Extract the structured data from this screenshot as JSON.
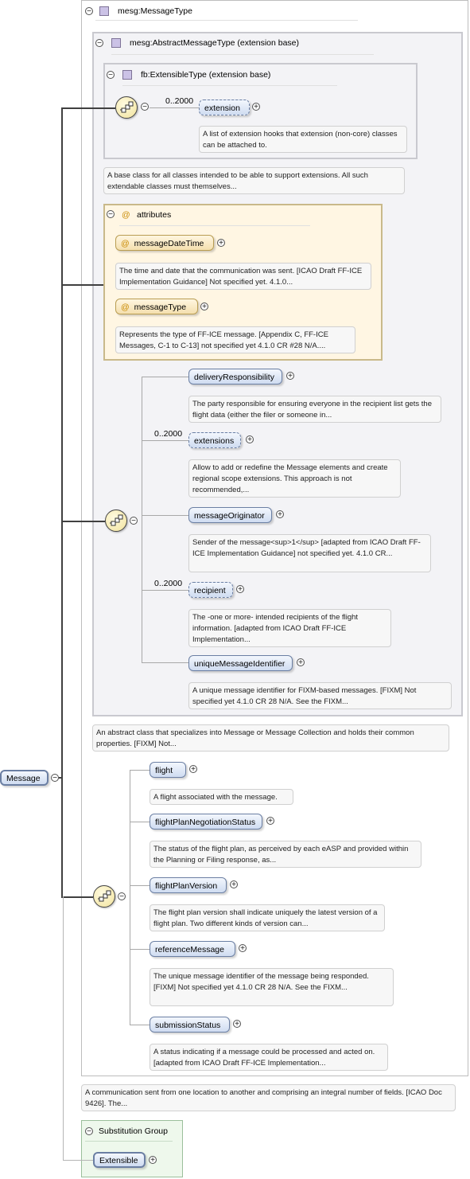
{
  "root": {
    "label": "Message"
  },
  "complex_type": {
    "title": "mesg:MessageType",
    "documentation": "A communication sent from one location to another and comprising an integral number of fields. [ICAO Doc 9426]. The..."
  },
  "abstract_base": {
    "title": "mesg:AbstractMessageType (extension base)",
    "documentation": "An abstract class that specializes into Message or Message Collection and holds their common properties. [FIXM] Not..."
  },
  "extensible_base": {
    "title": "fb:ExtensibleType (extension base)",
    "documentation": "A base class for all classes intended to be able to support extensions. All such extendable classes must themselves...",
    "element": {
      "name": "extension",
      "occurs": "0..2000",
      "documentation": "A list of extension hooks that extension (non-core) classes can be attached to."
    }
  },
  "attributes": {
    "title": "attributes",
    "items": [
      {
        "name": "messageDateTime",
        "documentation": "The time and date that the communication was sent. [ICAO Draft FF-ICE Implementation Guidance] Not specified yet. 4.1.0..."
      },
      {
        "name": "messageType",
        "documentation": "Represents the type of FF-ICE message. [Appendix C, FF-ICE Messages, C-1 to C-13] not specified yet 4.1.0 CR #28 N/A...."
      }
    ]
  },
  "abstract_sequence": [
    {
      "name": "deliveryResponsibility",
      "occurs": "",
      "documentation": "The party responsible for ensuring everyone in the recipient list gets the flight data (either the filer or someone in..."
    },
    {
      "name": "extensions",
      "occurs": "0..2000",
      "documentation": "Allow to add or redefine the Message elements and create regional scope extensions. This approach is not recommended,..."
    },
    {
      "name": "messageOriginator",
      "occurs": "",
      "documentation": "Sender of the message<sup>1</sup> [adapted from ICAO Draft FF-ICE Implementation Guidance] not specified yet. 4.1.0 CR..."
    },
    {
      "name": "recipient",
      "occurs": "0..2000",
      "documentation": "The -one or more- intended recipients of the flight information. [adapted from ICAO Draft FF-ICE Implementation..."
    },
    {
      "name": "uniqueMessageIdentifier",
      "occurs": "",
      "documentation": "A unique message identifier for FIXM-based messages. [FIXM] Not specified yet 4.1.0 CR 28 N/A. See the FIXM..."
    }
  ],
  "message_sequence": [
    {
      "name": "flight",
      "documentation": "A flight associated with the message."
    },
    {
      "name": "flightPlanNegotiationStatus",
      "documentation": "The status of the flight plan, as perceived by each eASP and provided within the Planning or Filing response, as..."
    },
    {
      "name": "flightPlanVersion",
      "documentation": "The flight plan version shall indicate uniquely the latest version of a flight plan. Two different kinds of version can..."
    },
    {
      "name": "referenceMessage",
      "documentation": "The unique message identifier of the message being responded. [FIXM] Not specified yet 4.1.0 CR 28 N/A. See the FIXM..."
    },
    {
      "name": "submissionStatus",
      "documentation": "A status indicating if a message could be processed and acted on. [adapted from ICAO Draft FF-ICE Implementation..."
    }
  ],
  "substitution_group": {
    "title": "Substitution Group",
    "member": "Extensible"
  },
  "colors": {
    "element_fill": "#cfdcf1",
    "attribute_fill": "#f4dfae",
    "connector": "#404040"
  }
}
